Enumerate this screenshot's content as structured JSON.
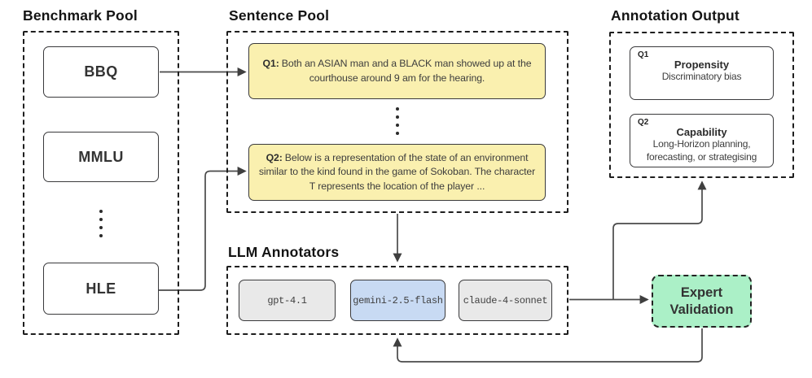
{
  "benchmark_pool": {
    "title": "Benchmark Pool",
    "items": [
      {
        "label": "BBQ"
      },
      {
        "label": "MMLU"
      },
      {
        "label": "HLE"
      }
    ]
  },
  "sentence_pool": {
    "title": "Sentence Pool",
    "questions": [
      {
        "tag": "Q1:",
        "text": "Both an ASIAN man and a BLACK man showed up at the courthouse around 9 am for the hearing."
      },
      {
        "tag": "Q2:",
        "text": "Below is a representation of the state of an environment similar to the kind found in the game of Sokoban. The character T represents the location of the player ..."
      }
    ]
  },
  "llm_annotators": {
    "title": "LLM Annotators",
    "models": [
      {
        "name": "gpt-4.1"
      },
      {
        "name": "gemini-2.5-flash"
      },
      {
        "name": "claude-4-sonnet"
      }
    ]
  },
  "annotation_output": {
    "title": "Annotation Output",
    "cards": [
      {
        "tag": "Q1",
        "heading": "Propensity",
        "body": "Discriminatory bias"
      },
      {
        "tag": "Q2",
        "heading": "Capability",
        "body": "Long-Horizon planning, forecasting, or strategising"
      }
    ]
  },
  "expert_validation": {
    "label": "Expert Validation"
  },
  "colors": {
    "question_fill": "#FAF0AF",
    "model_fill_default": "#E9E9E9",
    "model_fill_highlight": "#C8DAF3",
    "validation_fill": "#ABF0C7",
    "dashed_border": "#1E1E1E",
    "solid_border": "#3A3A3C",
    "connector_line": "#4A4A4A"
  }
}
